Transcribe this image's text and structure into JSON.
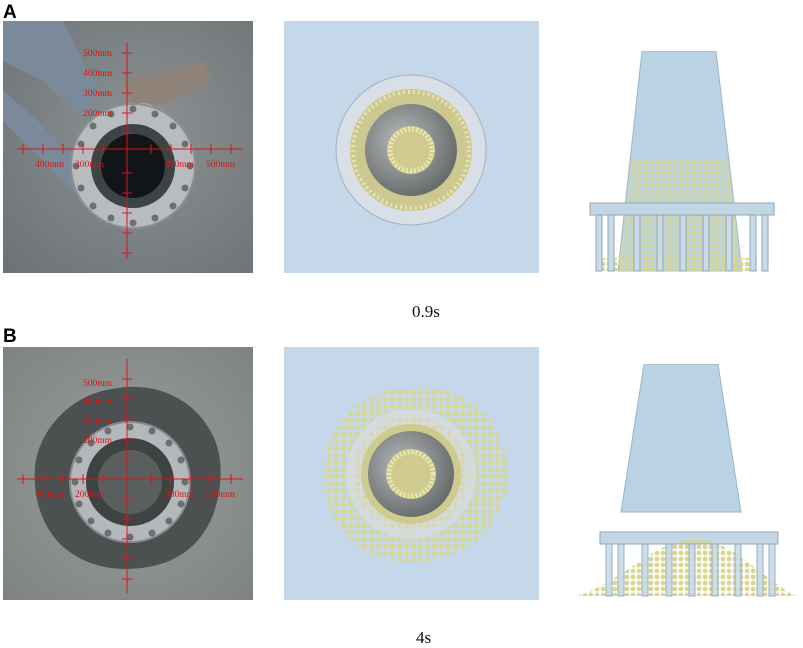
{
  "panels": [
    {
      "letter": "A",
      "time": "0.9s",
      "scale_labels": {
        "up": [
          "500mm",
          "400mm",
          "300mm",
          "200mm"
        ],
        "left": [
          "400mm",
          "200mm"
        ],
        "right": [
          "300mm",
          "500mm"
        ]
      }
    },
    {
      "letter": "B",
      "time": "4s",
      "scale_labels": {
        "up": [
          "500mm",
          "400mm",
          "300mm",
          "200mm"
        ],
        "left": [
          "400mm",
          "200mm"
        ],
        "right": [
          "300mm",
          "500mm"
        ]
      }
    }
  ],
  "colors": {
    "scale": "#d31818",
    "sim_background": "#c4d8ea",
    "particle": "#dcd78e",
    "cone": "#b9d3e5"
  }
}
